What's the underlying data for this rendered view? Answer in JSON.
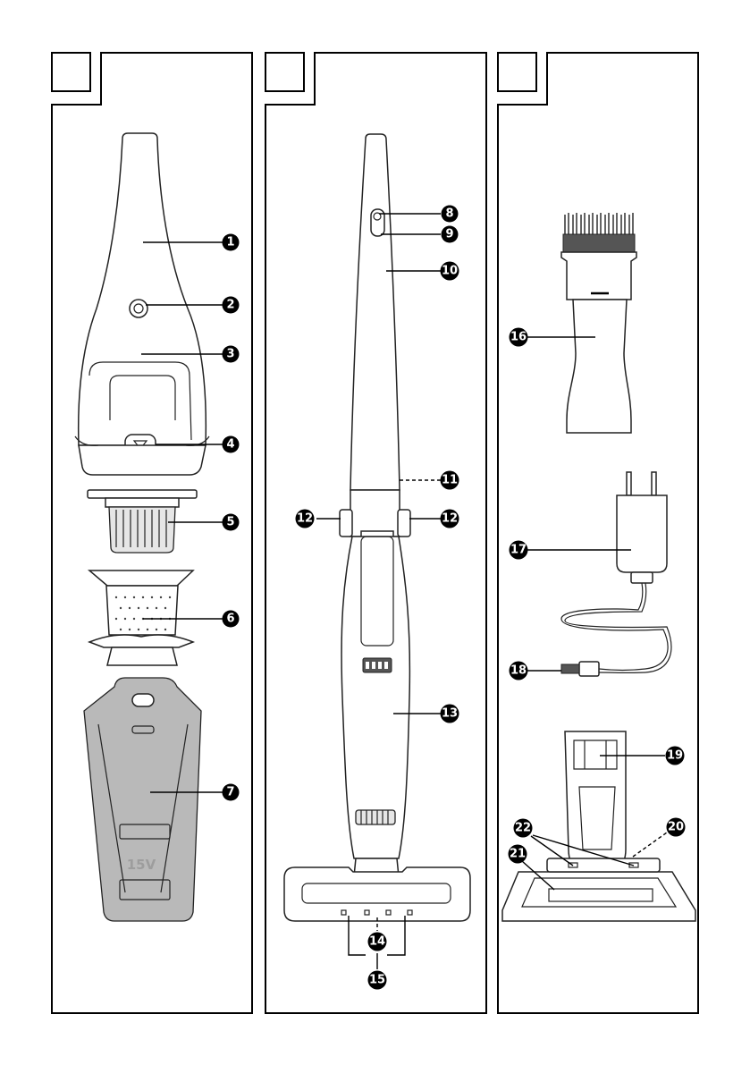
{
  "panels": [
    {
      "id": "panel-1",
      "callouts": [
        {
          "number": "1"
        },
        {
          "number": "2"
        },
        {
          "number": "3"
        },
        {
          "number": "4"
        },
        {
          "number": "5"
        },
        {
          "number": "6"
        },
        {
          "number": "7"
        }
      ]
    },
    {
      "id": "panel-2",
      "callouts": [
        {
          "number": "8"
        },
        {
          "number": "9"
        },
        {
          "number": "10"
        },
        {
          "number": "11"
        },
        {
          "number": "12"
        },
        {
          "number": "12"
        },
        {
          "number": "13"
        },
        {
          "number": "14"
        },
        {
          "number": "15"
        }
      ]
    },
    {
      "id": "panel-3",
      "callouts": [
        {
          "number": "16"
        },
        {
          "number": "17"
        },
        {
          "number": "18"
        },
        {
          "number": "19"
        },
        {
          "number": "20"
        },
        {
          "number": "21"
        },
        {
          "number": "22"
        }
      ]
    }
  ],
  "device_text": {
    "battery_label": "15V"
  },
  "colors": {
    "outline": "#222222",
    "callout_fill": "#000000",
    "callout_text": "#ffffff",
    "stand_fill": "#b9b9b9"
  }
}
